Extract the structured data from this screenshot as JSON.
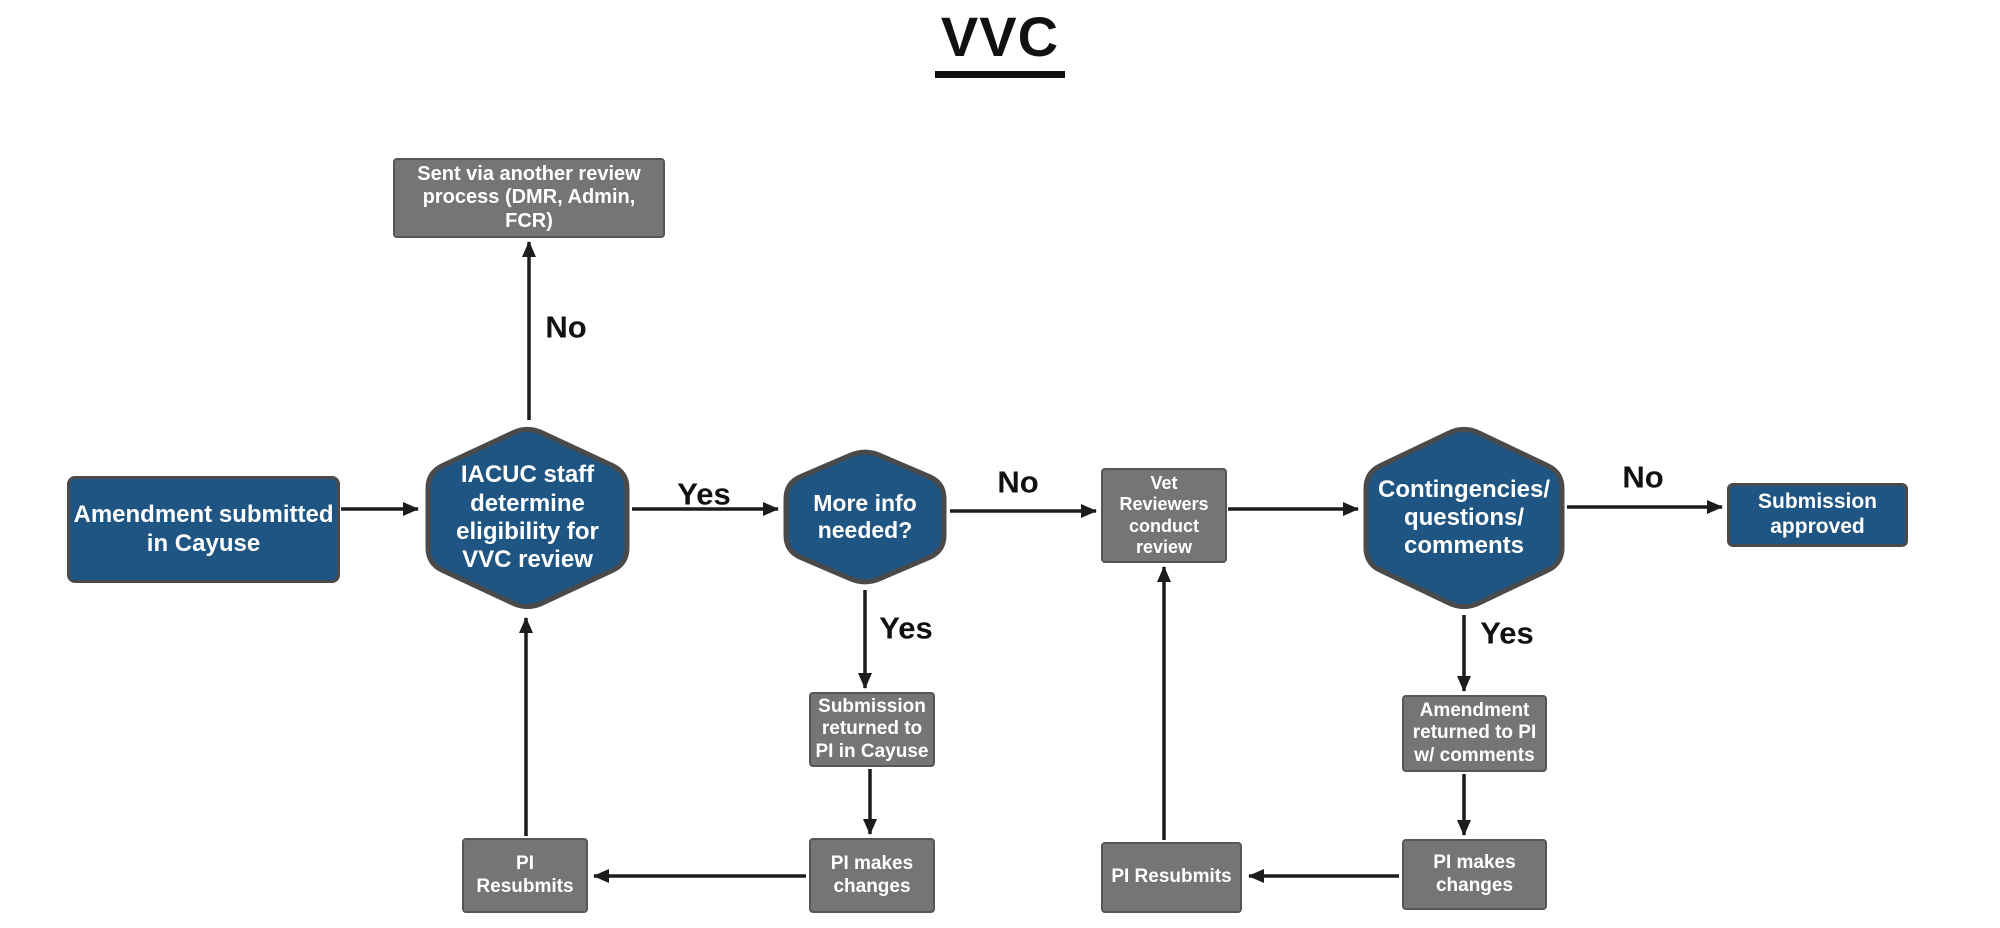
{
  "title": "VVC",
  "colors": {
    "node_blue": "#1F5582",
    "node_gray": "#757575",
    "node_border": "#4A4A4A",
    "arrow": "#1C1C1C",
    "node_text": "#FFFFFF",
    "label_text": "#111111",
    "background": "#FFFFFF"
  },
  "nodes": {
    "amendment_submitted": {
      "label": "Amendment submitted\nin Cayuse",
      "shape": "rectangle",
      "fill": "blue"
    },
    "other_review_process": {
      "label": "Sent via another review\nprocess (DMR, Admin,\nFCR)",
      "shape": "rectangle",
      "fill": "gray"
    },
    "iacuc_eligibility": {
      "label": "IACUC staff\ndetermine\neligibility for\nVVC review",
      "shape": "hexagon",
      "fill": "blue"
    },
    "more_info_needed": {
      "label": "More info\nneeded?",
      "shape": "hexagon",
      "fill": "blue"
    },
    "vet_reviewers": {
      "label": "Vet\nReviewers\nconduct\nreview",
      "shape": "rectangle",
      "fill": "gray"
    },
    "contingencies": {
      "label": "Contingencies/\nquestions/\ncomments",
      "shape": "hexagon",
      "fill": "blue"
    },
    "submission_approved": {
      "label": "Submission\napproved",
      "shape": "rectangle",
      "fill": "blue"
    },
    "submission_returned": {
      "label": "Submission\nreturned to\nPI in Cayuse",
      "shape": "rectangle",
      "fill": "gray"
    },
    "pi_makes_changes_left": {
      "label": "PI makes\nchanges",
      "shape": "rectangle",
      "fill": "gray"
    },
    "pi_resubmits_left": {
      "label": "PI\nResubmits",
      "shape": "rectangle",
      "fill": "gray"
    },
    "amendment_returned": {
      "label": "Amendment\nreturned to PI\nw/ comments",
      "shape": "rectangle",
      "fill": "gray"
    },
    "pi_makes_changes_right": {
      "label": "PI makes\nchanges",
      "shape": "rectangle",
      "fill": "gray"
    },
    "pi_resubmits_right": {
      "label": "PI Resubmits",
      "shape": "rectangle",
      "fill": "gray"
    }
  },
  "edge_labels": {
    "iacuc_no": "No",
    "iacuc_yes": "Yes",
    "more_info_no": "No",
    "more_info_yes": "Yes",
    "contingencies_no": "No",
    "contingencies_yes": "Yes"
  },
  "edges": [
    {
      "from": "amendment_submitted",
      "to": "iacuc_eligibility",
      "label": ""
    },
    {
      "from": "iacuc_eligibility",
      "to": "other_review_process",
      "label": "No"
    },
    {
      "from": "iacuc_eligibility",
      "to": "more_info_needed",
      "label": "Yes"
    },
    {
      "from": "more_info_needed",
      "to": "vet_reviewers",
      "label": "No"
    },
    {
      "from": "more_info_needed",
      "to": "submission_returned",
      "label": "Yes"
    },
    {
      "from": "submission_returned",
      "to": "pi_makes_changes_left",
      "label": ""
    },
    {
      "from": "pi_makes_changes_left",
      "to": "pi_resubmits_left",
      "label": ""
    },
    {
      "from": "pi_resubmits_left",
      "to": "iacuc_eligibility",
      "label": ""
    },
    {
      "from": "vet_reviewers",
      "to": "contingencies",
      "label": ""
    },
    {
      "from": "contingencies",
      "to": "submission_approved",
      "label": "No"
    },
    {
      "from": "contingencies",
      "to": "amendment_returned",
      "label": "Yes"
    },
    {
      "from": "amendment_returned",
      "to": "pi_makes_changes_right",
      "label": ""
    },
    {
      "from": "pi_makes_changes_right",
      "to": "pi_resubmits_right",
      "label": ""
    },
    {
      "from": "pi_resubmits_right",
      "to": "vet_reviewers",
      "label": ""
    }
  ]
}
